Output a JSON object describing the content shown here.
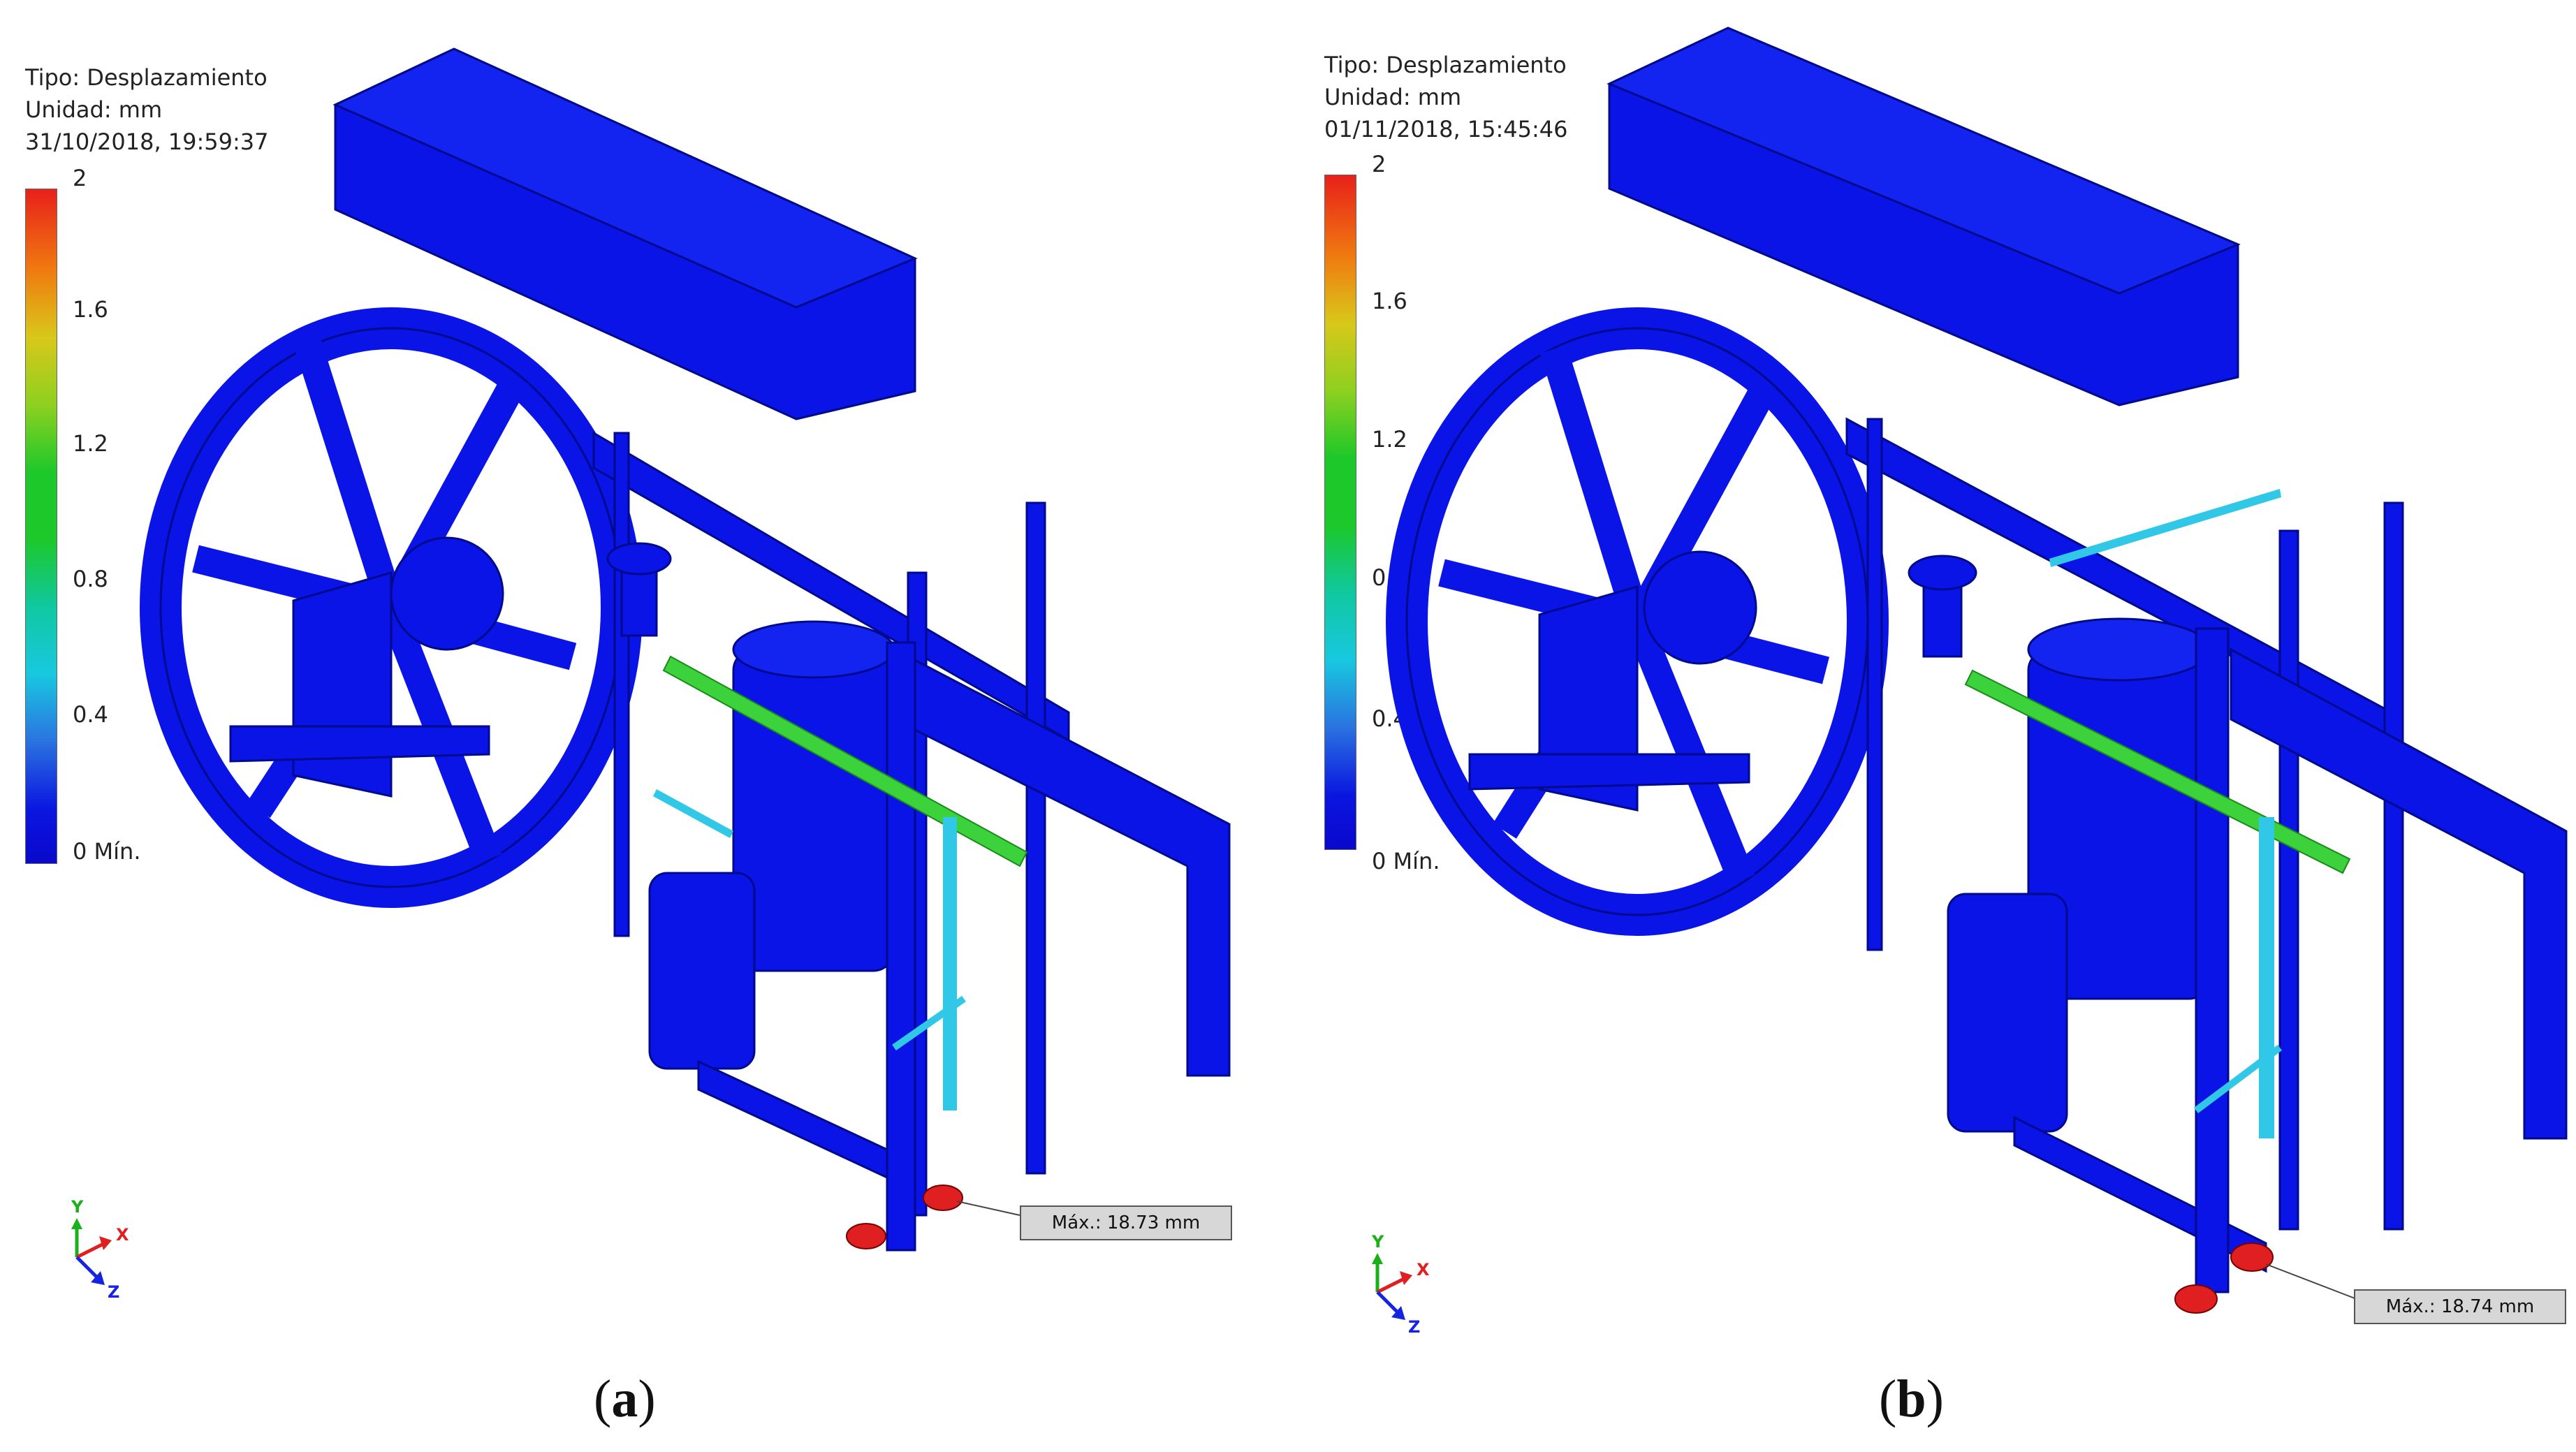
{
  "panels": [
    {
      "type_label": "Tipo: Desplazamiento",
      "unit_label": "Unidad: mm",
      "timestamp": "31/10/2018, 19:59:37",
      "scale_ticks": [
        "2",
        "1.6",
        "1.2",
        "0.8",
        "0.4",
        "0 Mín."
      ],
      "max_label": "Máx.: 18.73 mm",
      "caption_letter": "a",
      "triad": {
        "y": "Y",
        "x": "X",
        "z": "Z"
      }
    },
    {
      "type_label": "Tipo: Desplazamiento",
      "unit_label": "Unidad: mm",
      "timestamp": "01/11/2018, 15:45:46",
      "scale_ticks": [
        "2",
        "1.6",
        "1.2",
        "0.8",
        "0.4",
        "0 Mín."
      ],
      "max_label": "Máx.: 18.74 mm",
      "caption_letter": "b",
      "triad": {
        "y": "Y",
        "x": "X",
        "z": "Z"
      }
    }
  ],
  "colors": {
    "model_blue": "#0a14e6",
    "model_edge": "#000a8c",
    "stress_green": "#3cd23c",
    "stress_cyan": "#30c8e6",
    "max_red": "#e02020"
  },
  "icons": [
    "axis-triad-icon",
    "displacement-colorbar"
  ]
}
